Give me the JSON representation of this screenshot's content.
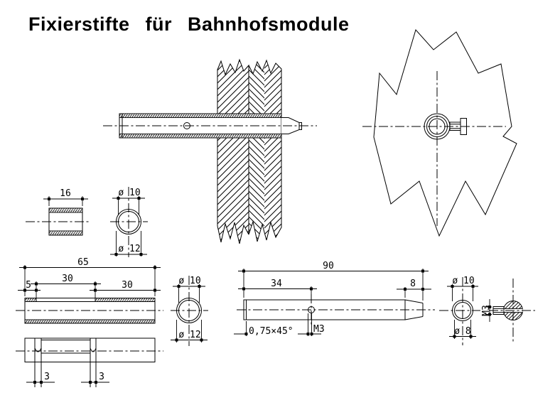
{
  "drawing": {
    "title": "Fixierstifte für Bahnhofsmodule",
    "ink_color": "#000000",
    "paper_color": "#ffffff"
  },
  "spacer": {
    "length": "16",
    "inner_dia": "ø 10",
    "outer_dia": "ø 12"
  },
  "sleeve": {
    "total_length": "65",
    "end_offset": "5",
    "slot_span_front": "30",
    "slot_span_rear": "30",
    "slot_width_front": "3",
    "slot_width_rear": "3",
    "inner_dia": "ø 10",
    "outer_dia": "ø 12"
  },
  "pin": {
    "total_length": "90",
    "hole_offset": "34",
    "tip_length": "8",
    "chamfer": "0,75×45°",
    "thread": "M3",
    "body_dia": "ø 10",
    "tip_dia": "ø 8"
  },
  "screw": {
    "thread": "M3"
  }
}
